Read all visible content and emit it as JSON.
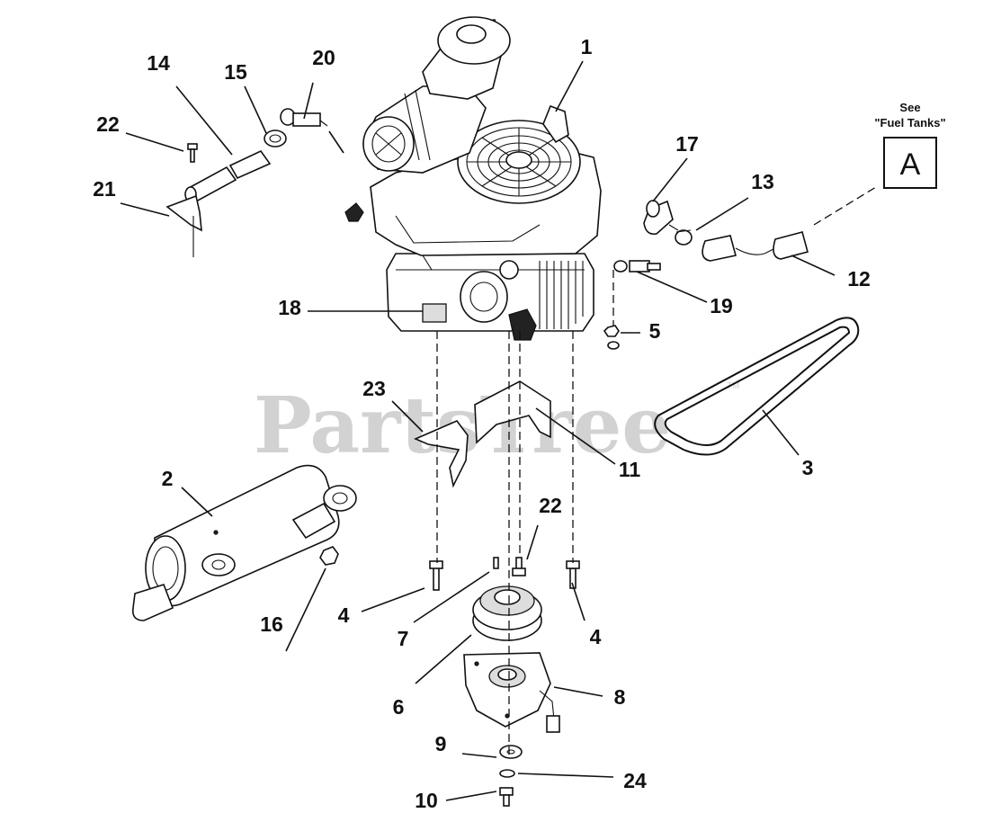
{
  "watermark": {
    "brand": "PartsTree",
    "trademark": "TM"
  },
  "reference_box": {
    "see_label": "See",
    "target": "\"Fuel Tanks\"",
    "letter": "A"
  },
  "callouts": {
    "c1": "1",
    "c2": "2",
    "c3": "3",
    "c4a": "4",
    "c4b": "4",
    "c5": "5",
    "c6": "6",
    "c7": "7",
    "c8": "8",
    "c9": "9",
    "c10": "10",
    "c11": "11",
    "c12": "12",
    "c13": "13",
    "c14": "14",
    "c15": "15",
    "c16": "16",
    "c17": "17",
    "c18": "18",
    "c19": "19",
    "c20": "20",
    "c21": "21",
    "c22a": "22",
    "c22b": "22",
    "c23": "23",
    "c24": "24"
  }
}
